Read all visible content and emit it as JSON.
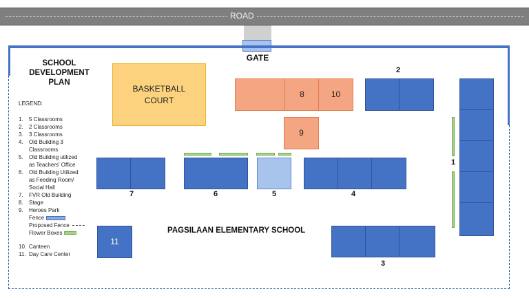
{
  "road": {
    "label": "ROAD"
  },
  "gate": {
    "label": "GATE"
  },
  "title": [
    "SCHOOL DEVELOPMENT",
    "PLAN"
  ],
  "legend": {
    "title": "LEGEND:",
    "items": [
      {
        "num": "1.",
        "text": "5 Classrooms"
      },
      {
        "num": "2.",
        "text": "2 Classrooms"
      },
      {
        "num": "3.",
        "text": "3 Classrooms"
      },
      {
        "num": "4.",
        "text": "Old Building 3",
        "cont": "Classrooms"
      },
      {
        "num": "5.",
        "text": "Old Building utilized",
        "cont": "as Teachers' Office"
      },
      {
        "num": "6.",
        "text": "Old Building Utilized",
        "cont": "as Feeding Room/",
        "cont2": "Social Hall"
      },
      {
        "num": "7.",
        "text": "FVR Old Building"
      },
      {
        "num": "8.",
        "text": "Stage"
      },
      {
        "num": "9.",
        "text": "Heroes Park"
      }
    ],
    "fence": "Fence",
    "proposed_fence": "Proposed Fence",
    "flower_boxes": "Flower Boxes",
    "items2": [
      {
        "num": "10.",
        "text": "Canteen"
      },
      {
        "num": "11.",
        "text": "Day Care Center"
      }
    ]
  },
  "court": {
    "line1": "BASKETBALL",
    "line2": "COURT"
  },
  "labels": {
    "b1": "1",
    "b2": "2",
    "b3": "3",
    "b4": "4",
    "b5": "5",
    "b6": "6",
    "b7": "7",
    "b8": "8",
    "b9": "9",
    "b10": "10",
    "b11": "11"
  },
  "school_name": "PAGSILAAN ELEMENTARY SCHOOL",
  "colors": {
    "building": "#4472c4",
    "teachers_office": "#a9c4ec",
    "stage_park_canteen": "#f4a582",
    "court": "#fcd27f",
    "flower_box": "#a9d18e",
    "road": "#7f7f7f"
  }
}
